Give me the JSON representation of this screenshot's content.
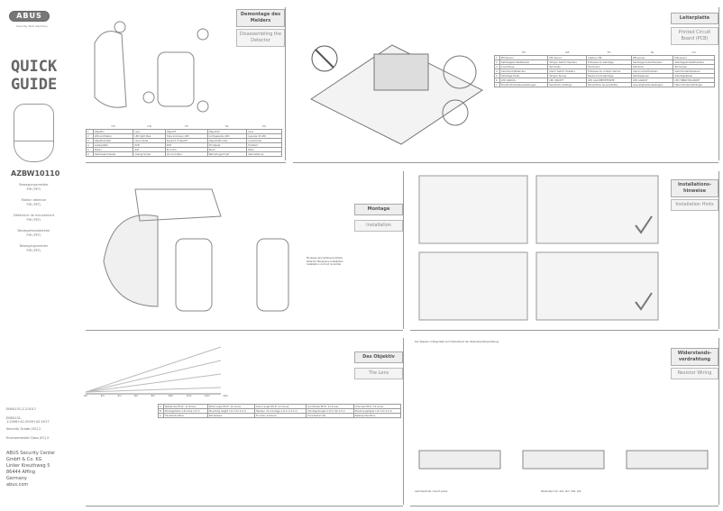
{
  "cover": {
    "brand": "ABUS",
    "tagline": "Security Tech Germany",
    "title_line1": "QUICK",
    "title_line2": "GUIDE",
    "model": "AZBW10110",
    "subtitles": [
      {
        "name": "Bewegungsmelder",
        "type": "PIR (PET)"
      },
      {
        "name": "Motion detector",
        "type": "PIR (PET)"
      },
      {
        "name": "Détecteur de mouvement",
        "type": "PIR (PET)"
      },
      {
        "name": "Bevægelsesdetektor",
        "type": "PIR (PET)"
      },
      {
        "name": "Bewegingsmelder",
        "type": "PIR (PET)"
      }
    ],
    "standards": [
      "EN50131-2-2:2017",
      "EN50131-1:2006+A1:2009+A2:2017",
      "Security Grade (SG) 2",
      "Environmental Class (EC) II"
    ],
    "address": [
      "ABUS Security Center",
      "GmbH & Co. KG",
      "Linker Kreuthweg 5",
      "86444 Affing",
      "Germany",
      "abus.com"
    ]
  },
  "sections": {
    "disassembly": {
      "de": "Demontage des Melders",
      "en": "Disassembling the Detector"
    },
    "pcb": {
      "de": "Leiterplatte",
      "en": "Printed Circuit Board (PCB)"
    },
    "mounting": {
      "de": "Montage",
      "en": "Installation"
    },
    "hints": {
      "de": "Installations-hinweise",
      "en": "Installation Hints"
    },
    "lens": {
      "de": "Das Objektiv",
      "en": "The Lens"
    },
    "resistor": {
      "de": "Widerstands-verdrahtung",
      "en": "Resistor Wiring"
    }
  },
  "parts_table": {
    "langs": [
      "DE",
      "GB",
      "FR",
      "NL",
      "DK"
    ],
    "rows": [
      [
        "1",
        "Objektiv",
        "Lens",
        "Objectif",
        "Objectief",
        "Lens"
      ],
      [
        "2",
        "LED-Lichtleiter",
        "LED light Pipe",
        "Tube lumineux LED",
        "Lichtgeleider LED",
        "Lysleder til LED"
      ],
      [
        "3",
        "Objektivhalter",
        "Lens holder",
        "Support d'objectif",
        "Objectiefhouder",
        "Linseholder"
      ],
      [
        "4",
        "Leiterplatte",
        "PCB",
        "PCB",
        "Printplaat",
        "Printkort"
      ],
      [
        "5",
        "Nuten",
        "Slot",
        "Encoche",
        "Sleuf",
        "Riller"
      ],
      [
        "6",
        "Gehäuseschraube",
        "Casing Screw",
        "Vis du boîtier",
        "Behuizingschroef",
        "Kabinetskrue"
      ]
    ]
  },
  "pcb_table": {
    "langs": [
      "DE",
      "GB",
      "FR",
      "NL",
      "DK"
    ],
    "rows": [
      [
        "1",
        "PIR-Sensor",
        "PIR Sensor",
        "Capteur PIR",
        "PIR-sensor",
        "PIR-sensor"
      ],
      [
        "2",
        "Sabotagekontaktstecker",
        "Tamper Switch Headers",
        "Embases de sabotage",
        "Sabotagecontactheaders",
        "Sabotagekontaktheadere"
      ],
      [
        "3",
        "Anschlüsse",
        "Terminals",
        "Terminaux",
        "Klemmen",
        "Terminaler"
      ],
      [
        "4",
        "Alarmkontaktstecker",
        "Alarm Switch Headers",
        "Embases de contact alarme",
        "Alarmcontactheaders",
        "Alarmkontaktheadere"
      ],
      [
        "5",
        "Sabotage-Feder",
        "Tamper Spring",
        "Ressort anti-sabotage",
        "Sabotageveer",
        "Sabotagefjeder"
      ],
      [
        "6",
        "LED AN/AUS",
        "LED ON/OFF",
        "LED ALLUMÉE/ÉTEINTE",
        "LED AAN/UIT",
        "LED TÆNDT/SLUKKET"
      ],
      [
        "7",
        "Empfindlichkeitseinstellungen",
        "Sensitivity Settings",
        "Paramètres de sensibilité",
        "Gevoeligheidsinstellingen",
        "Følsomhedsindstillinger"
      ]
    ]
  },
  "mount_notes": [
    "Montage des Gehäuserückteils",
    "Detector Backplane Installation",
    "Installation du fond du boîtier"
  ],
  "lens_table": {
    "rows": [
      [
        "A",
        "Weitwinkel 85,6° 12 Zonen",
        "Wide Angle 85.6° 12 zones",
        "Grand angle 85,6° 12 zones",
        "Groothoek 85,6° 12 zones",
        "Vidvinkel 85,6° 12 zoner"
      ],
      [
        "B",
        "Montagehöhe 1,8 m bis 2,5 m",
        "Mounting height 1.8 m to 2.5 m",
        "Hauteur de montage 1,8 m à 2,5 m",
        "Montagehoogte 1,8 m tot 2,5 m",
        "Monteringshøjde 1,8 m til 2,5 m"
      ],
      [
        "C",
        "Haustierfunktion",
        "Pet feature",
        "Fonction animaux",
        "Huisdierfunctie",
        "Kæledyrsfunktion"
      ]
    ]
  },
  "resistor_notes": [
    "Der Wiesser richtige Wert zum Widerstand der Widerstandsbeschaltung",
    "Alarmzentrale / Alarm panel",
    "Widerstand 1k, 2k2, 4k7, 5k6, 10k"
  ],
  "lens_axis": [
    "0m",
    "2m",
    "4m",
    "6m",
    "8m",
    "10m",
    "12m",
    "14m",
    "16m"
  ]
}
